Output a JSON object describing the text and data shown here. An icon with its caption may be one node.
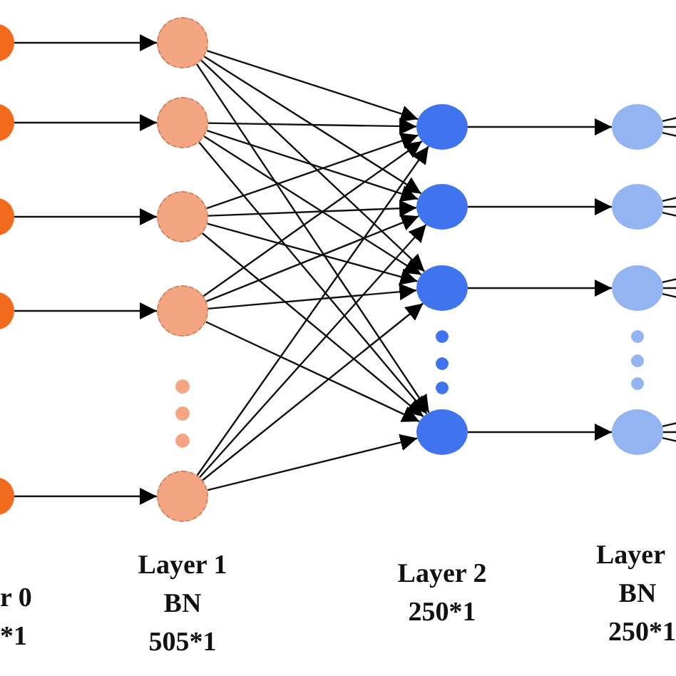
{
  "diagram": {
    "nodes": [
      {
        "text": [],
        "shape": "circle"
      },
      {
        "text": [],
        "shape": "circle"
      },
      {
        "text": [],
        "shape": "circle"
      },
      {
        "text": [],
        "shape": "circle"
      },
      {
        "text": [],
        "shape": "circle"
      },
      {
        "text": [],
        "shape": "circle"
      },
      {
        "text": [],
        "shape": "circle"
      },
      {
        "text": [],
        "shape": "circle"
      },
      {
        "text": [],
        "shape": "circle"
      },
      {
        "text": [],
        "shape": "circle"
      },
      {
        "text": [],
        "shape": "circle"
      },
      {
        "text": [],
        "shape": "circle"
      },
      {
        "text": [],
        "shape": "circle"
      },
      {
        "text": [],
        "shape": "circle"
      },
      {
        "text": [],
        "shape": "circle"
      },
      {
        "text": [],
        "shape": "circle"
      },
      {
        "text": [],
        "shape": "circle"
      },
      {
        "text": [],
        "shape": "circle"
      }
    ],
    "edges": [
      {
        "from": 0,
        "to": 5,
        "arrow": "to"
      },
      {
        "from": 1,
        "to": 6,
        "arrow": "to"
      },
      {
        "from": 2,
        "to": 7,
        "arrow": "to"
      },
      {
        "from": 3,
        "to": 8,
        "arrow": "to"
      },
      {
        "from": 4,
        "to": 9,
        "arrow": "to"
      },
      {
        "from": 5,
        "to": 10,
        "arrow": "to"
      },
      {
        "from": 5,
        "to": 11,
        "arrow": "to"
      },
      {
        "from": 5,
        "to": 12,
        "arrow": "to"
      },
      {
        "from": 5,
        "to": 13,
        "arrow": "to"
      },
      {
        "from": 6,
        "to": 10,
        "arrow": "to"
      },
      {
        "from": 6,
        "to": 11,
        "arrow": "to"
      },
      {
        "from": 6,
        "to": 12,
        "arrow": "to"
      },
      {
        "from": 6,
        "to": 13,
        "arrow": "to"
      },
      {
        "from": 7,
        "to": 10,
        "arrow": "to"
      },
      {
        "from": 7,
        "to": 11,
        "arrow": "to"
      },
      {
        "from": 7,
        "to": 12,
        "arrow": "to"
      },
      {
        "from": 7,
        "to": 13,
        "arrow": "to"
      },
      {
        "from": 8,
        "to": 10,
        "arrow": "to"
      },
      {
        "from": 8,
        "to": 11,
        "arrow": "to"
      },
      {
        "from": 8,
        "to": 12,
        "arrow": "to"
      },
      {
        "from": 8,
        "to": 13,
        "arrow": "to"
      },
      {
        "from": 9,
        "to": 10,
        "arrow": "to"
      },
      {
        "from": 9,
        "to": 11,
        "arrow": "to"
      },
      {
        "from": 9,
        "to": 12,
        "arrow": "to"
      },
      {
        "from": 9,
        "to": 13,
        "arrow": "to"
      },
      {
        "from": 10,
        "to": 14,
        "arrow": "to"
      },
      {
        "from": 11,
        "to": 15,
        "arrow": "to"
      },
      {
        "from": 12,
        "to": 16,
        "arrow": "to"
      },
      {
        "from": 13,
        "to": 17,
        "arrow": "to"
      },
      {
        "from": 14,
        "to": null,
        "arrow": "none"
      },
      {
        "from": 14,
        "to": null,
        "arrow": "none"
      },
      {
        "from": 14,
        "to": null,
        "arrow": "none"
      },
      {
        "from": 15,
        "to": null,
        "arrow": "none"
      },
      {
        "from": 15,
        "to": null,
        "arrow": "none"
      },
      {
        "from": 15,
        "to": null,
        "arrow": "none"
      },
      {
        "from": 16,
        "to": null,
        "arrow": "none"
      },
      {
        "from": 16,
        "to": null,
        "arrow": "none"
      },
      {
        "from": 16,
        "to": null,
        "arrow": "none"
      },
      {
        "from": 17,
        "to": null,
        "arrow": "none"
      },
      {
        "from": 17,
        "to": null,
        "arrow": "none"
      },
      {
        "from": 17,
        "to": null,
        "arrow": "none"
      }
    ],
    "labels": [
      "Layer 1",
      "BN",
      "505*1",
      "r 0",
      "*1",
      "Layer 2",
      "250*1",
      "Layer",
      "BN",
      "250*1"
    ]
  }
}
